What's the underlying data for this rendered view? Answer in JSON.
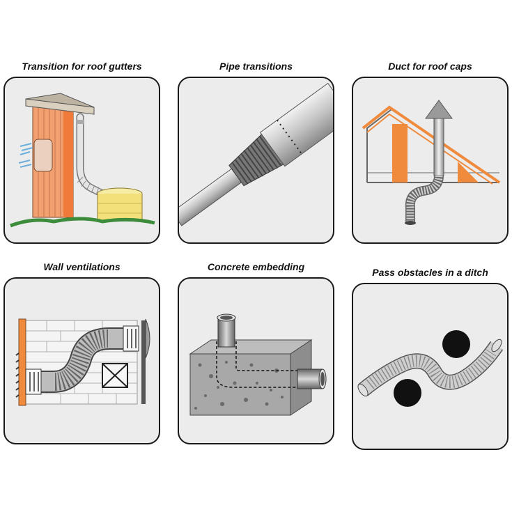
{
  "panels": [
    {
      "id": "roof-gutters",
      "title": "Transition for roof gutters"
    },
    {
      "id": "pipe-transitions",
      "title": "Pipe transitions"
    },
    {
      "id": "roof-caps",
      "title": "Duct for roof caps"
    },
    {
      "id": "wall-ventilations",
      "title": "Wall ventilations"
    },
    {
      "id": "concrete-embedding",
      "title": "Concrete embedding"
    },
    {
      "id": "ditch-obstacles",
      "title": "Pass obstacles in a ditch"
    }
  ],
  "colors": {
    "orange": "#f08a3c",
    "gutter_tank": "#f4e07a",
    "grass": "#3c8c3c",
    "pipe_gray": "#b9b9b9",
    "dark_gray": "#555555",
    "panel_bg": "#ececec"
  }
}
